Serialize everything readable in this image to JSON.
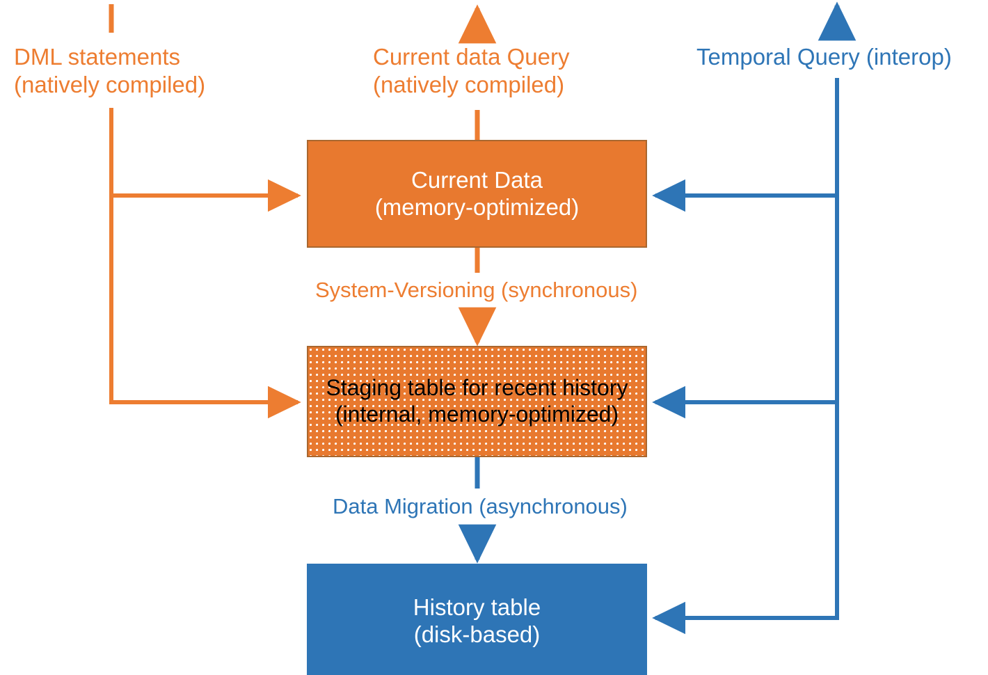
{
  "diagram": {
    "title": "SQL Server temporal memory-optimized table architecture",
    "colors": {
      "orange_fill": "#E8792F",
      "orange_stroke": "#ED7D31",
      "orange_border": "#A9672F",
      "blue_fill": "#2E75B6",
      "blue_stroke": "#2E75B6",
      "white_text": "#FFFFFF",
      "black_text": "#000000",
      "background": "#FFFFFF"
    }
  },
  "nodes": {
    "current_data": {
      "label": "Current Data\n(memory-optimized)",
      "line1": "Current Data",
      "line2": "(memory-optimized)",
      "style": "solid-orange",
      "text_color": "#FFFFFF"
    },
    "staging_table": {
      "label": "Staging table for recent history\n(internal, memory-optimized)",
      "line1": "Staging table for recent",
      "line2": "history",
      "line3": "(internal, memory-optimized)",
      "style": "dotted-orange",
      "text_color": "#000000"
    },
    "history_table": {
      "label": "History table\n(disk-based)",
      "line1": "History table",
      "line2": "(disk-based)",
      "style": "solid-blue",
      "text_color": "#FFFFFF"
    }
  },
  "captions": {
    "dml_statements": "DML statements\n(natively compiled)",
    "current_data_query": "Current data Query\n(natively compiled)",
    "temporal_query": "Temporal Query (interop)",
    "system_versioning": "System-Versioning (synchronous)",
    "data_migration": "Data  Migration (asynchronous)"
  },
  "connectors": [
    {
      "name": "dml-to-current-data",
      "color": "#ED7D31",
      "from": "DML statements",
      "to": "Current Data",
      "direction": "right"
    },
    {
      "name": "dml-to-staging-table",
      "color": "#ED7D31",
      "from": "DML statements",
      "to": "Staging table for recent history",
      "direction": "right"
    },
    {
      "name": "current-data-to-query",
      "color": "#ED7D31",
      "from": "Current Data",
      "to": "Current data Query",
      "direction": "up"
    },
    {
      "name": "system-versioning",
      "color": "#ED7D31",
      "from": "Current Data",
      "to": "Staging table for recent history",
      "direction": "down",
      "label": "System-Versioning (synchronous)"
    },
    {
      "name": "data-migration",
      "color": "#2E75B6",
      "from": "Staging table for recent history",
      "to": "History table",
      "direction": "down",
      "label": "Data  Migration (asynchronous)"
    },
    {
      "name": "temporal-query-to-current-data",
      "color": "#2E75B6",
      "from": "Temporal Query (interop)",
      "to": "Current Data",
      "direction": "left"
    },
    {
      "name": "temporal-query-to-staging-table",
      "color": "#2E75B6",
      "from": "Temporal Query (interop)",
      "to": "Staging table for recent history",
      "direction": "left"
    },
    {
      "name": "temporal-query-to-history-table",
      "color": "#2E75B6",
      "from": "Temporal Query (interop)",
      "to": "History table",
      "direction": "left"
    }
  ]
}
